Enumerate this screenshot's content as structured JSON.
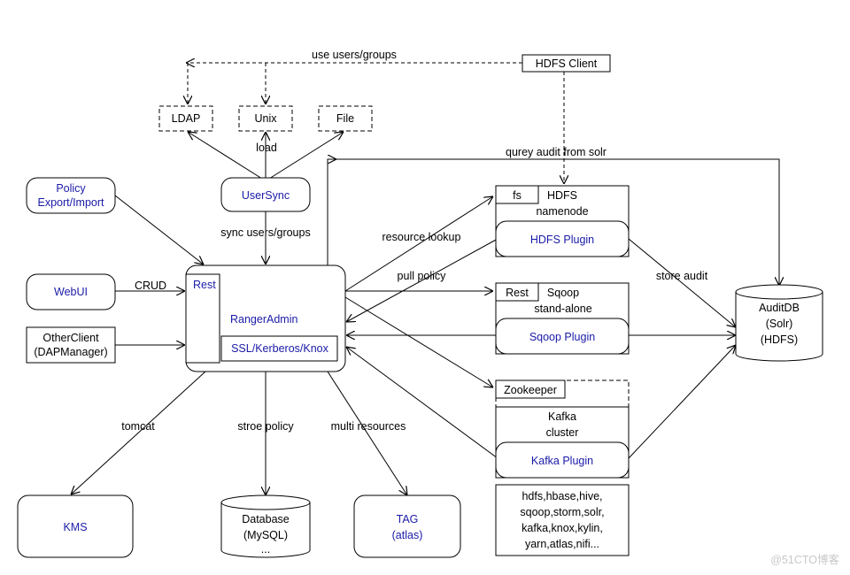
{
  "colors": {
    "accent_text": "#1a1aa8",
    "stroke": "#000000",
    "background": "#ffffff",
    "watermark": "#c8c8c8"
  },
  "nodes": {
    "hdfs_client": "HDFS Client",
    "ldap": "LDAP",
    "unix": "Unix",
    "file": "File",
    "usersync": "UserSync",
    "policy_export_line1": "Policy",
    "policy_export_line2": "Export/Import",
    "webui": "WebUI",
    "otherclient_line1": "OtherClient",
    "otherclient_line2": "(DAPManager)",
    "rest_admin": "Rest",
    "ranger_admin": "RangerAdmin",
    "ssl": "SSL/Kerberos/Knox",
    "hdfs_fs": "fs",
    "hdfs_title_line1": "HDFS",
    "hdfs_title_line2": "namenode",
    "hdfs_plugin": "HDFS Plugin",
    "sqoop_rest": "Rest",
    "sqoop_title_line1": "Sqoop",
    "sqoop_title_line2": "stand-alone",
    "sqoop_plugin": "Sqoop Plugin",
    "zookeeper": "Zookeeper",
    "kafka_title_line1": "Kafka",
    "kafka_title_line2": "cluster",
    "kafka_plugin": "Kafka Plugin",
    "auditdb_line1": "AuditDB",
    "auditdb_line2": "(Solr)",
    "auditdb_line3": "(HDFS)",
    "kms": "KMS",
    "database_line1": "Database",
    "database_line2": "(MySQL)",
    "database_line3": "...",
    "tag_line1": "TAG",
    "tag_line2": "(atlas)",
    "components_line1": "hdfs,hbase,hive,",
    "components_line2": "sqoop,storm,solr,",
    "components_line3": "kafka,knox,kylin,",
    "components_line4": "yarn,atlas,nifi..."
  },
  "edges": {
    "use_users_groups": "use users/groups",
    "load": "load",
    "qurey_audit": "qurey audit from solr",
    "sync_users_groups": "sync users/groups",
    "resource_lookup": "resource lookup",
    "pull_policy": "pull policy",
    "crud": "CRUD",
    "store_audit": "store audit",
    "tomcat": "tomcat",
    "stroe_policy": "stroe policy",
    "multi_resources": "multi resources"
  },
  "watermark": "@51CTO博客"
}
